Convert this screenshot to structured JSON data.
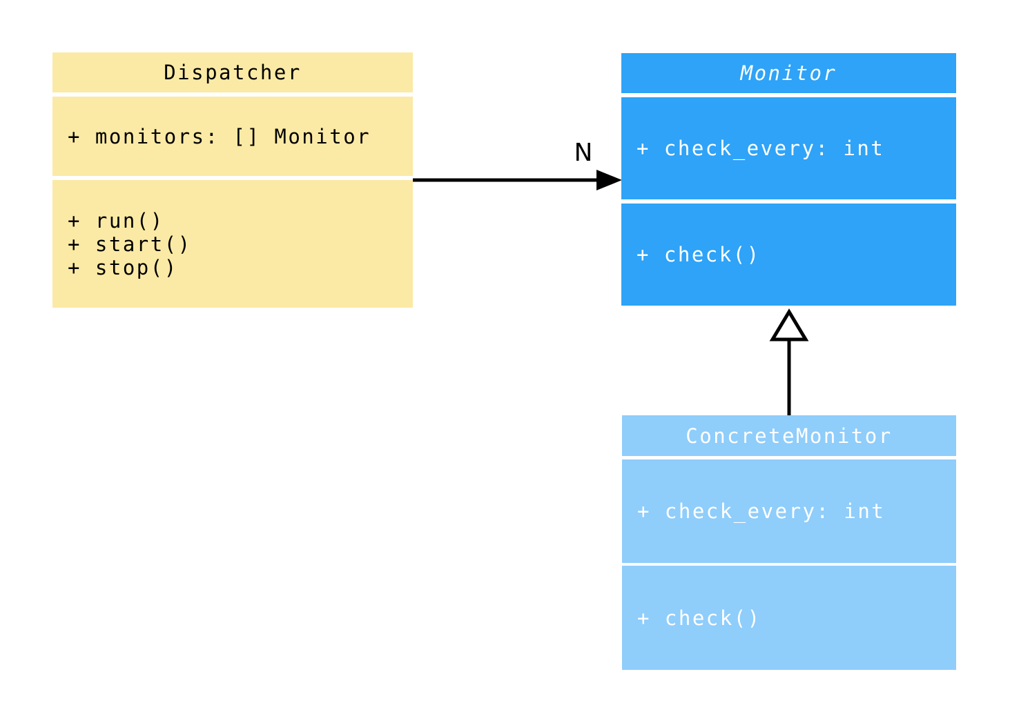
{
  "diagram": {
    "type": "uml-class-diagram",
    "background_color": "#ffffff",
    "classes": [
      {
        "name": "Dispatcher",
        "abstract": false,
        "fill_color": "#FBEAA5",
        "text_color": "#000000",
        "attributes": [
          "+ monitors: [] Monitor"
        ],
        "methods": [
          "+ run()",
          "+ start()",
          "+ stop()"
        ]
      },
      {
        "name": "Monitor",
        "abstract": true,
        "fill_color": "#2EA3F7",
        "text_color": "#ffffff",
        "attributes": [
          "+ check_every: int"
        ],
        "methods": [
          "+ check()"
        ]
      },
      {
        "name": "ConcreteMonitor",
        "abstract": false,
        "fill_color": "#8FCDFB",
        "text_color": "#ffffff",
        "attributes": [
          "+ check_every: int"
        ],
        "methods": [
          "+ check()"
        ]
      }
    ],
    "relations": [
      {
        "type": "association",
        "from": "Dispatcher",
        "to": "Monitor",
        "label": "N",
        "color": "#000000"
      },
      {
        "type": "inheritance",
        "from": "ConcreteMonitor",
        "to": "Monitor",
        "label": "",
        "color": "#000000"
      }
    ]
  }
}
